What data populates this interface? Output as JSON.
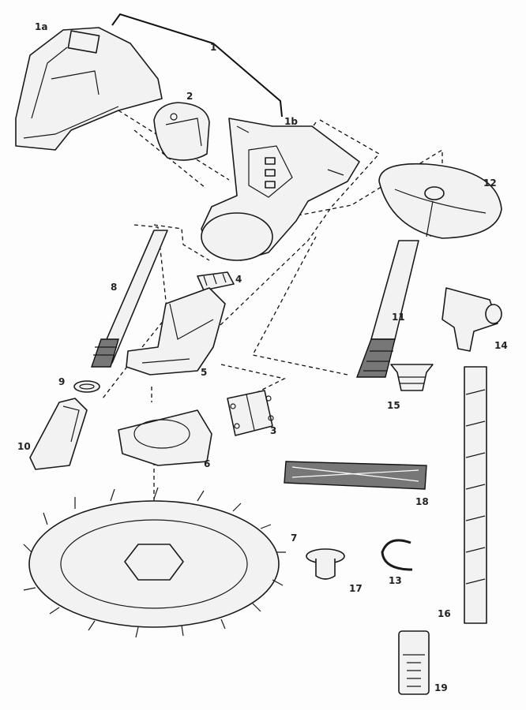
{
  "diagram": {
    "labels": {
      "p1": "1",
      "p1a": "1a",
      "p1b": "1b",
      "p2": "2",
      "p3": "3",
      "p4": "4",
      "p5": "5",
      "p6": "6",
      "p7": "7",
      "p8": "8",
      "p9": "9",
      "p10": "10",
      "p11": "11",
      "p12": "12",
      "p13": "13",
      "p14": "14",
      "p15": "15",
      "p16": "16",
      "p17": "17",
      "p18": "18",
      "p19": "19"
    }
  }
}
